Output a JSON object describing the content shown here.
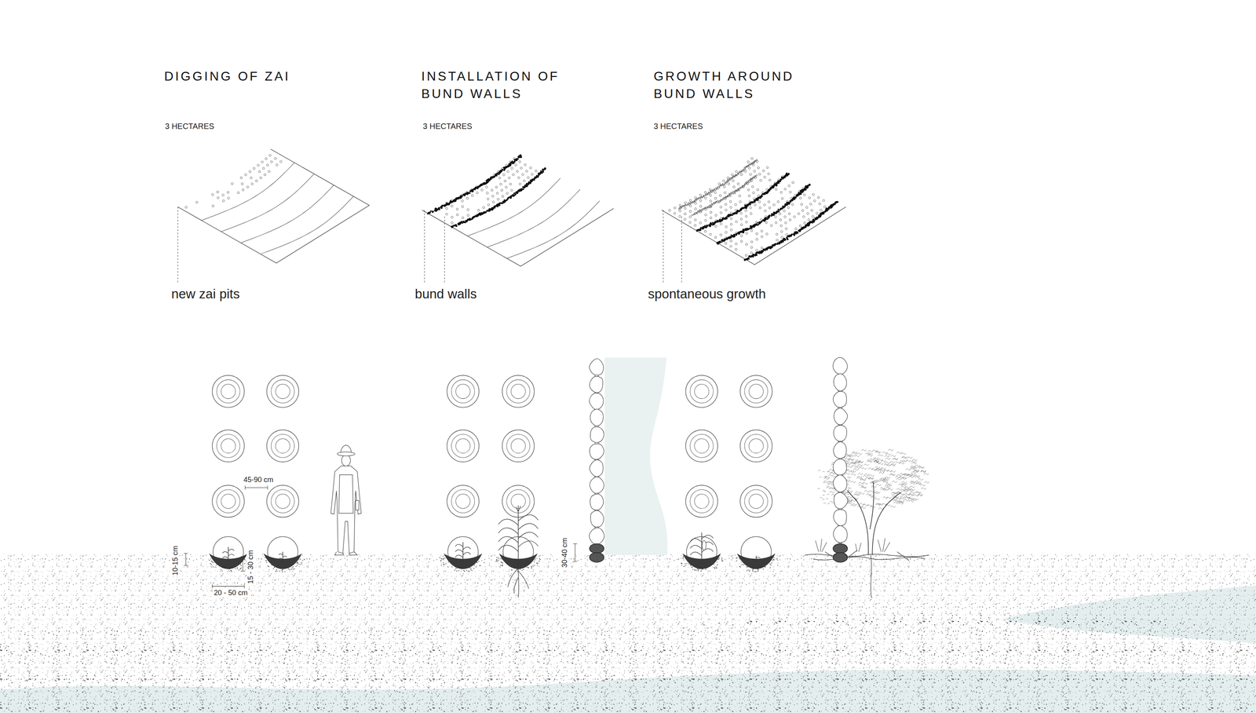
{
  "diagram": {
    "labels": [
      "DIGGING OF ZAI",
      "3 HECTARES",
      "new zai pits",
      "INSTALLATION OF BUND WALLS",
      "3 HECTARES",
      "bund walls",
      "GROWTH AROUND BUND WALLS",
      "3 HECTARES",
      "spontaneous growth",
      "45-90 cm",
      "10-15 cm",
      "15 - 30 cm",
      "20 - 50 cm",
      "30-40 cm"
    ]
  }
}
